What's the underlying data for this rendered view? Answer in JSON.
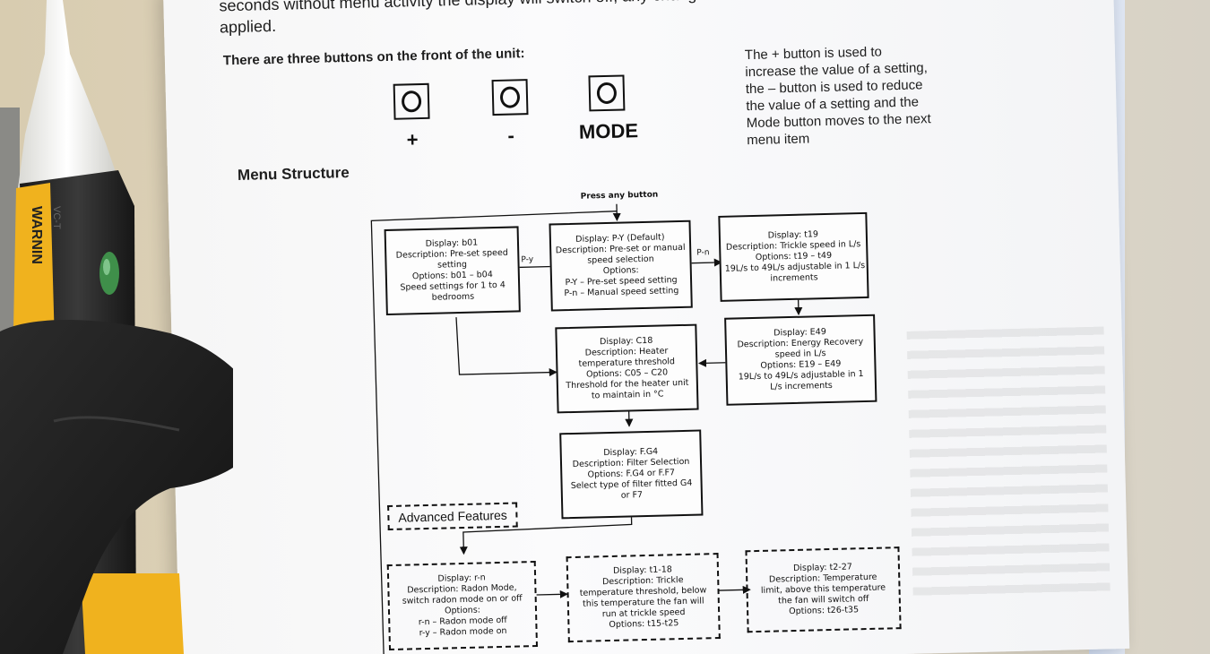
{
  "intro": {
    "line1": "seconds without menu activity the display will switch off, any changes",
    "line2": "applied."
  },
  "buttons_heading": "There are three buttons on the front of the unit:",
  "buttons": [
    {
      "label": "+"
    },
    {
      "label": "-"
    },
    {
      "label": "MODE"
    }
  ],
  "buttons_description": [
    "The + button is used to",
    "increase the value of a setting,",
    "the – button is used to reduce",
    "the value of a setting and the",
    "Mode button moves to the next",
    "menu item"
  ],
  "menu_heading": "Menu Structure",
  "flowchart": {
    "press_label": "Press any button",
    "py_label": "P-y",
    "pn_label": "P-n",
    "advanced_label": "Advanced Features",
    "boxes": {
      "b01": [
        "Display: b01",
        "Description: Pre-set speed",
        "setting",
        "Options: b01 – b04",
        "Speed settings for 1 to 4",
        "bedrooms"
      ],
      "py": [
        "Display: P-Y (Default)",
        "Description: Pre-set or manual",
        "speed selection",
        "Options:",
        "P-Y – Pre-set speed setting",
        "P-n – Manual speed setting"
      ],
      "t19": [
        "Display: t19",
        "Description: Trickle speed in L/s",
        "Options: t19 – t49",
        "19L/s to 49L/s adjustable in 1 L/s",
        "increments"
      ],
      "c18": [
        "Display: C18",
        "Description: Heater",
        "temperature threshold",
        "Options: C05 – C20",
        "Threshold for the heater unit",
        "to maintain in °C"
      ],
      "e49": [
        "Display: E49",
        "Description: Energy Recovery",
        "speed in L/s",
        "Options: E19 – E49",
        "19L/s to 49L/s adjustable in 1",
        "L/s increments"
      ],
      "fg4": [
        "Display: F.G4",
        "Description: Filter Selection",
        "Options: F.G4 or F.F7",
        "Select type of filter fitted G4",
        "or F7"
      ],
      "rn": [
        "Display: r-n",
        "Description: Radon Mode,",
        "switch radon mode on or off",
        "Options:",
        "r-n – Radon mode off",
        "r-y – Radon mode on"
      ],
      "t118": [
        "Display: t1-18",
        "Description: Trickle",
        "temperature threshold, below",
        "this temperature the fan will",
        "run at trickle speed",
        "Options: t15-t25"
      ],
      "t227": [
        "Display: t2-27",
        "Description: Temperature",
        "limit, above this temperature",
        "the fan will switch off",
        "Options: t26-t35"
      ]
    }
  },
  "tester": {
    "warning_text": "WARNIN",
    "model_text": "VC-T"
  },
  "colors": {
    "paper": "#f7f7f8",
    "tester_yellow": "#f0b21e",
    "glove": "#1c1c1c",
    "led_green": "#3f8f4a"
  }
}
